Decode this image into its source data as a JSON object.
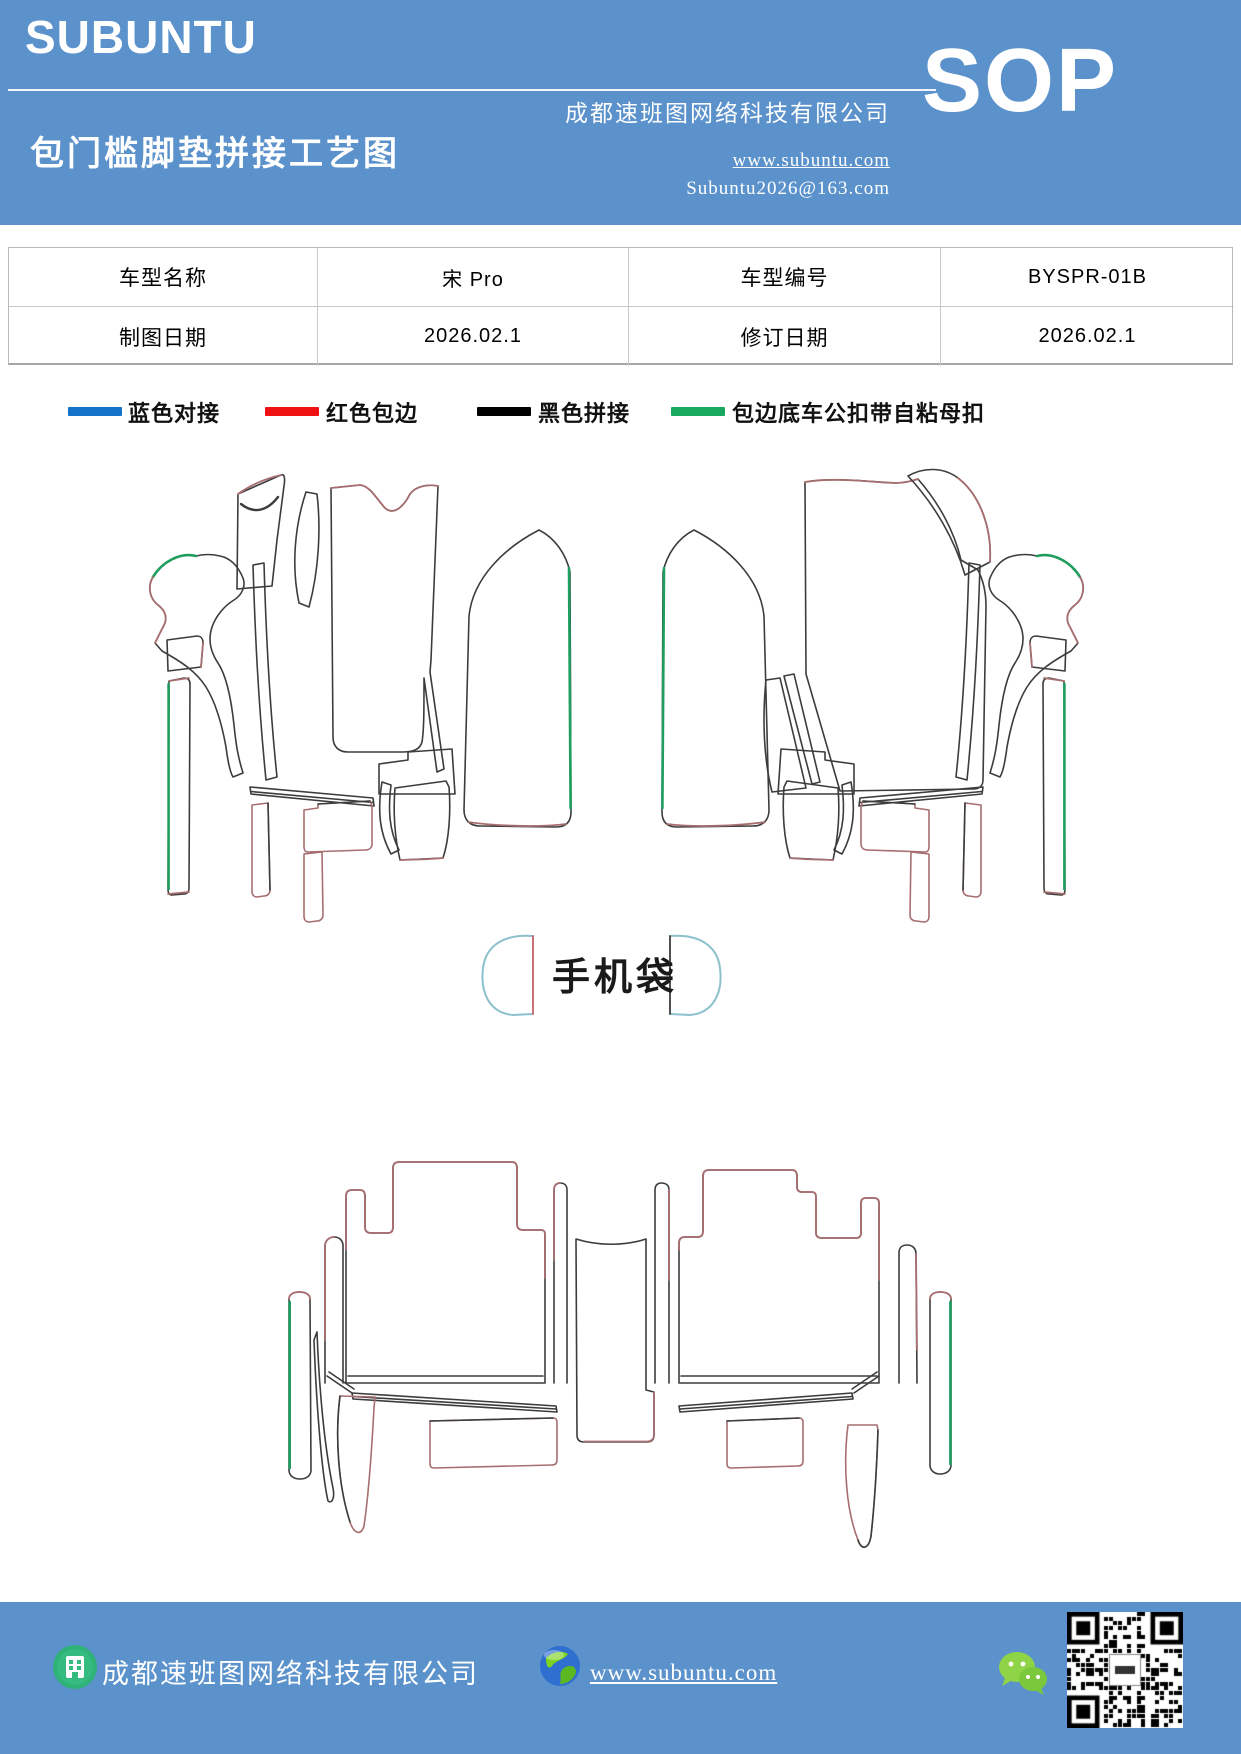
{
  "header": {
    "brand": "SUBUNTU",
    "title": "包门槛脚垫拼接工艺图",
    "company": "成都速班图网络科技有限公司",
    "website": "www.subuntu.com",
    "email": "Subuntu2026@163.com",
    "badge": "SOP",
    "bg_color": "#5b92cb"
  },
  "info_table": {
    "rows": [
      {
        "label1": "车型名称",
        "value1": "宋 Pro",
        "label2": "车型编号",
        "value2": "BYSPR-01B"
      },
      {
        "label1": "制图日期",
        "value1": "2026.02.1",
        "label2": "修订日期",
        "value2": "2026.02.1"
      }
    ]
  },
  "legend": {
    "items": [
      {
        "label": "蓝色对接",
        "color": "#1472c8"
      },
      {
        "label": "红色包边",
        "color": "#ee1212"
      },
      {
        "label": "黑色拼接",
        "color": "#000000"
      },
      {
        "label": "包边底车公扣带自粘母扣",
        "color": "#18a85e"
      }
    ]
  },
  "diagram": {
    "phone_bag_label": "手机袋",
    "stroke_dark": "#3c3c3c",
    "stroke_red": "#a76e70",
    "stroke_green": "#1f9e5f",
    "stroke_cyan": "#8cc0cd"
  },
  "footer": {
    "company": "成都速班图网络科技有限公司",
    "website": "www.subuntu.com",
    "icons": [
      "building-icon",
      "globe-icon",
      "wechat-icon",
      "qr-code"
    ]
  }
}
